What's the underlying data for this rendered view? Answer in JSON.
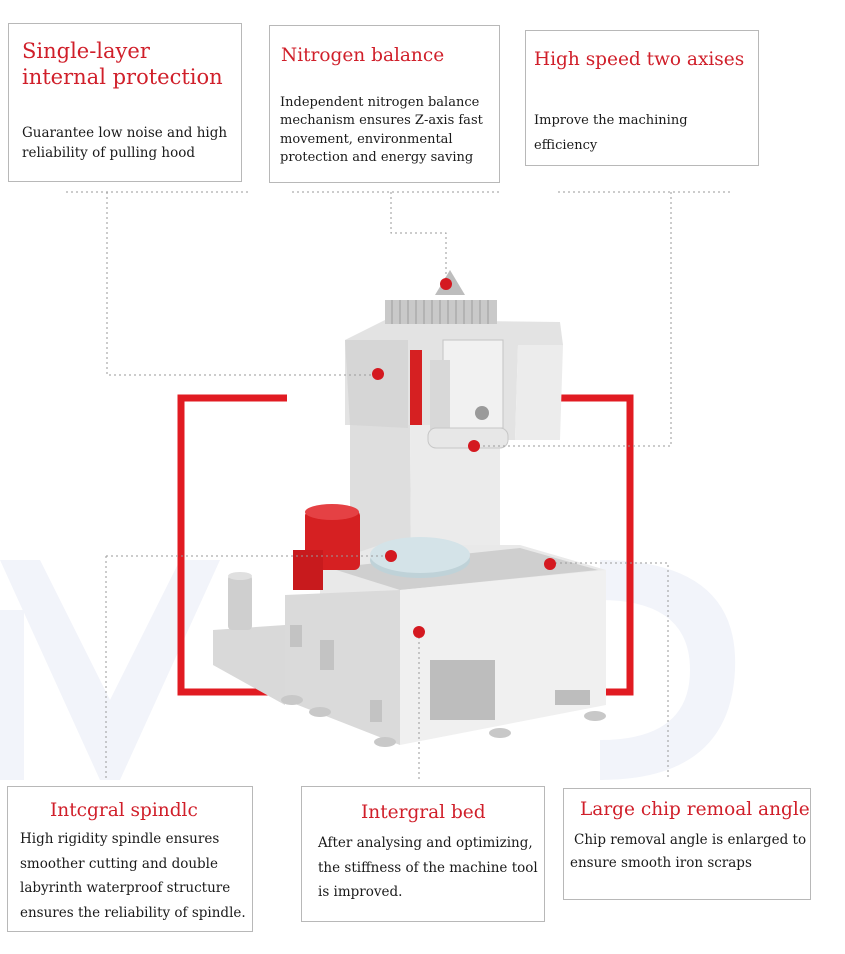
{
  "callouts": [
    {
      "title": "Single-layer internal protection",
      "body": "Guarantee low noise and high reliability of pulling hood"
    },
    {
      "title": "Nitrogen balance",
      "body": "Independent nitrogen balance mechanism ensures Z-axis fast movement, environmental protection and energy saving"
    },
    {
      "title": "High speed two axises",
      "body": "Improve the machining efficiency"
    },
    {
      "title": "Intcgral  spindlc",
      "body": "High rigidity spindle ensures smoother cutting and double labyrinth waterproof structure ensures the reliability of spindle."
    },
    {
      "title": "Intergral bed",
      "body": "After analysing and optimizing, the stiffness of the machine tool is improved."
    },
    {
      "title": "Large chip remoal angle",
      "body_line1": "Chip removal angle is enlarged to",
      "body_line2": "ensure smooth iron scraps"
    }
  ],
  "colors": {
    "accent": "#d01f2a",
    "frame": "#e11b22",
    "marker": "#d41920",
    "leader": "#9a9a9a",
    "machine_light": "#e6e6e6",
    "machine_mid": "#cfcfcf",
    "spindle_red": "#d62022",
    "watermark": "#f2f4fa"
  },
  "illustration": {
    "subject": "vertical machining center",
    "watermark_icon": "brand-watermark"
  }
}
